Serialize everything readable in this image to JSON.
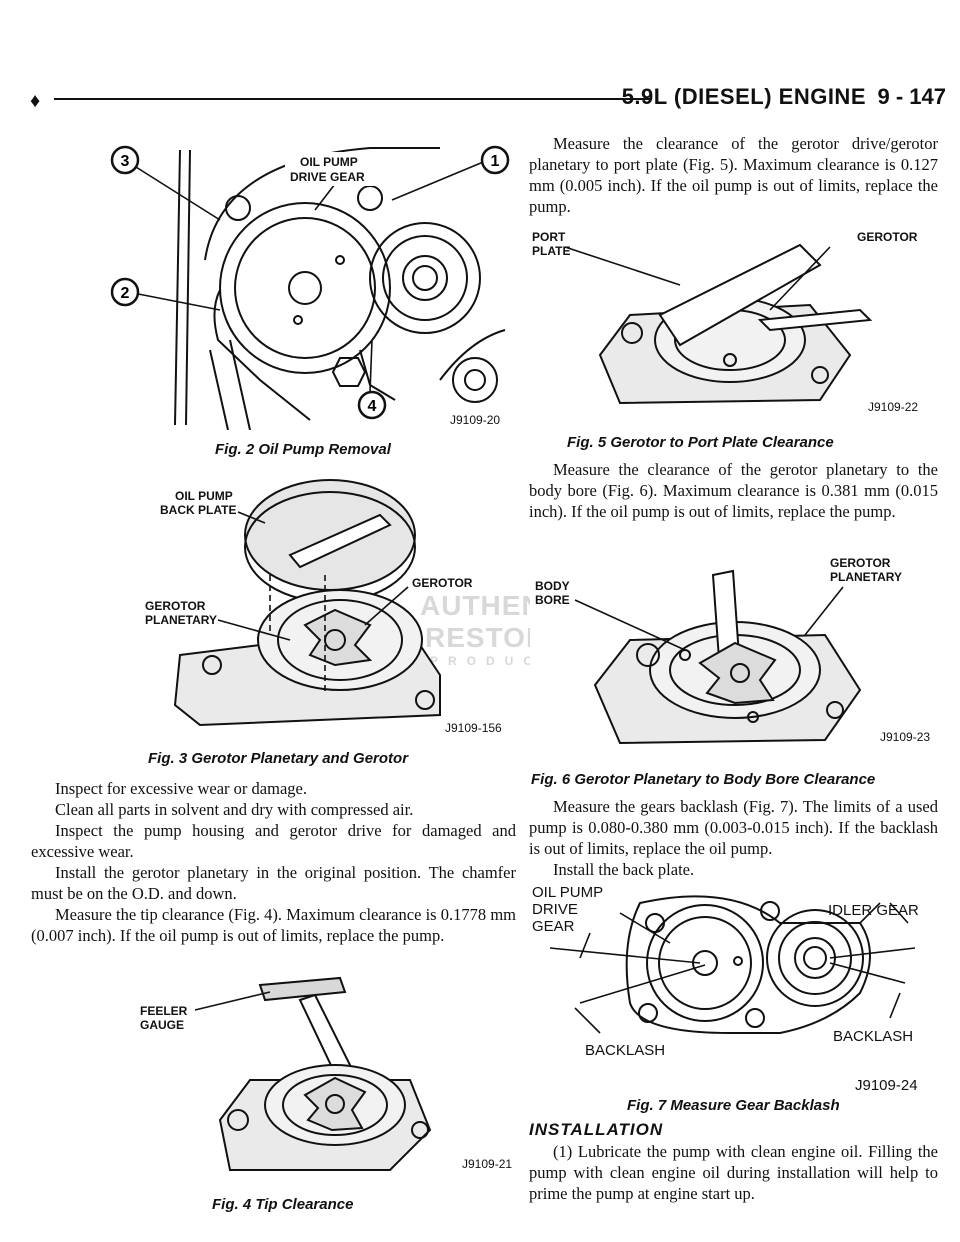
{
  "header": {
    "title": "5.9L (DIESEL) ENGINE",
    "page": "9 - 147"
  },
  "fig2": {
    "callout_3": "3",
    "callout_1": "1",
    "callout_2": "2",
    "callout_4": "4",
    "label_line1": "OIL PUMP",
    "label_line2": "DRIVE GEAR",
    "code": "J9109-20",
    "caption": "Fig. 2 Oil Pump Removal"
  },
  "fig3": {
    "back_plate_1": "OIL PUMP",
    "back_plate_2": "BACK PLATE",
    "gerotor": "GEROTOR",
    "planetary_1": "GEROTOR",
    "planetary_2": "PLANETARY",
    "code": "J9109-156",
    "caption": "Fig. 3 Gerotor Planetary and Gerotor",
    "watermark_1": "AUTHENTIC",
    "watermark_2": "RESTORATION",
    "watermark_3": "PRODUCT"
  },
  "left_text": [
    "Inspect for excessive wear or damage.",
    "Clean all parts in solvent and dry with compressed air.",
    "Inspect the pump housing and gerotor drive for damaged and excessive wear.",
    "Install the gerotor planetary in the original position. The chamfer must be on the O.D. and down.",
    "Measure the tip clearance (Fig. 4). Maximum clearance is 0.1778 mm (0.007 inch). If the oil pump is out of limits, replace the pump."
  ],
  "fig4": {
    "feeler_1": "FEELER",
    "feeler_2": "GAUGE",
    "code": "J9109-21",
    "caption": "Fig. 4 Tip Clearance"
  },
  "right_text_1": "Measure the clearance of the gerotor drive/gerotor planetary to port plate (Fig. 5). Maximum clearance is 0.127 mm (0.005 inch). If the oil pump is out of limits, replace the pump.",
  "fig5": {
    "port_1": "PORT",
    "port_2": "PLATE",
    "gerotor": "GEROTOR",
    "code": "J9109-22",
    "caption": "Fig. 5 Gerotor to Port Plate Clearance"
  },
  "right_text_2": "Measure the clearance of the gerotor planetary to the body bore (Fig. 6). Maximum clearance is 0.381 mm (0.015 inch). If the oil pump is out of limits, replace the pump.",
  "fig6": {
    "body_1": "BODY",
    "body_2": "BORE",
    "planetary_1": "GEROTOR",
    "planetary_2": "PLANETARY",
    "code": "J9109-23",
    "caption": "Fig. 6 Gerotor Planetary to Body Bore Clearance"
  },
  "right_text_3": [
    "Measure the gears backlash (Fig. 7). The limits of a used pump is 0.080-0.380 mm (0.003-0.015 inch). If the backlash is out of limits, replace the oil pump.",
    "Install the back plate."
  ],
  "fig7": {
    "drive_1": "OIL PUMP",
    "drive_2": "DRIVE",
    "drive_3": "GEAR",
    "idler": "IDLER GEAR",
    "backlash_left": "BACKLASH",
    "backlash_right": "BACKLASH",
    "code": "J9109-24",
    "caption": "Fig. 7 Measure Gear Backlash"
  },
  "installation": {
    "heading": "INSTALLATION",
    "step1": "(1) Lubricate the pump with clean engine oil. Filling the pump with clean engine oil during installation will help to prime the pump at engine start up."
  }
}
